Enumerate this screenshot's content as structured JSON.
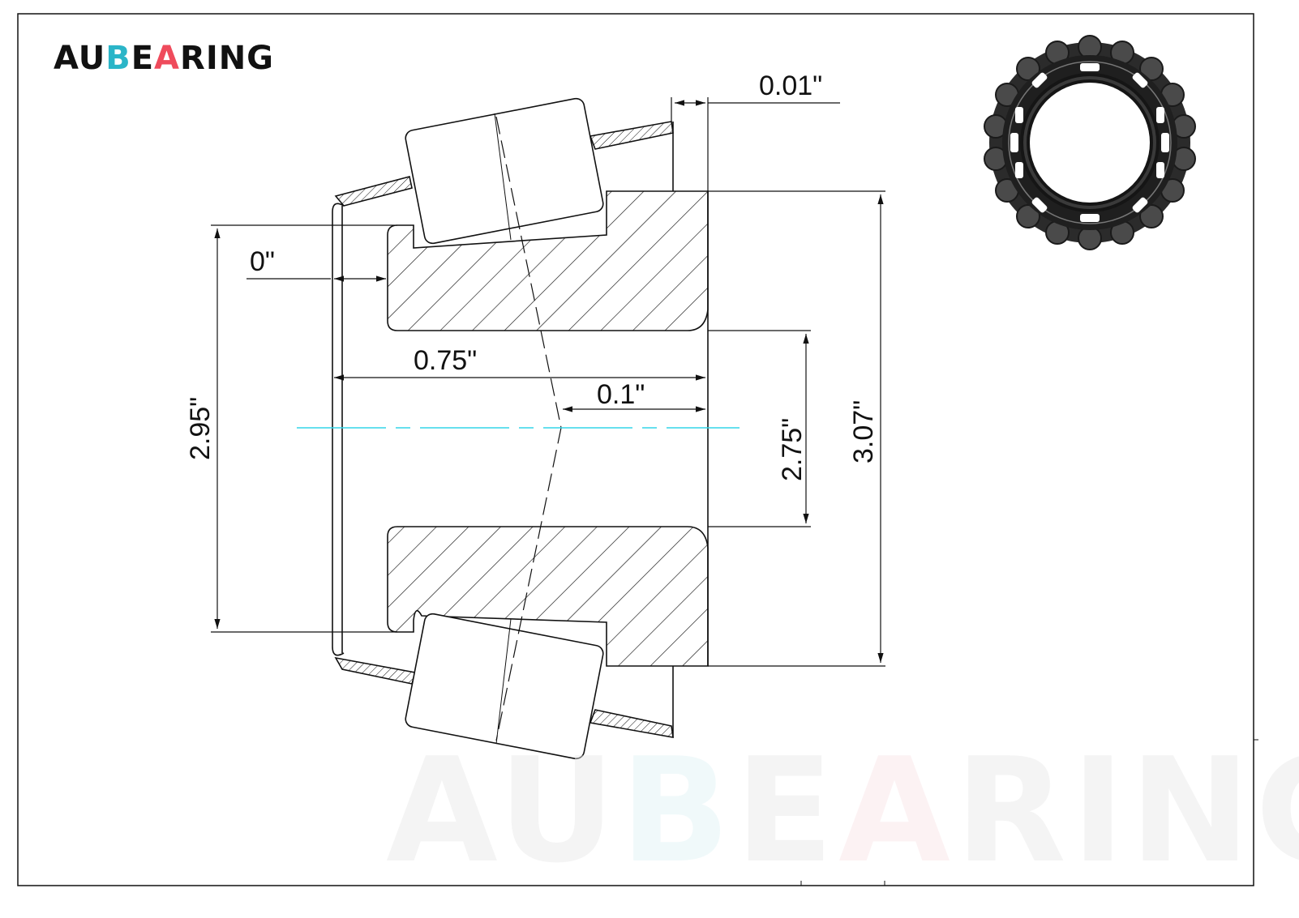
{
  "brand": {
    "parts": [
      "AU",
      "B",
      "E",
      "A",
      "RING"
    ],
    "colors": [
      "#111111",
      "#2bb5c8",
      "#111111",
      "#ef4b5c",
      "#111111"
    ]
  },
  "watermark": {
    "parts": [
      "AU",
      "B",
      "E",
      "A",
      "RING"
    ],
    "colors": [
      "#e6e6e6",
      "#e0f3f6",
      "#e6e6e6",
      "#fbe5e7",
      "#e6e6e6"
    ]
  },
  "dimensions": {
    "outer_width_offset": "0.01\"",
    "inner_offset": "0\"",
    "overall_width": "0.75\"",
    "small_width": "0.1\"",
    "bore": "2.75\"",
    "outer_diameter": "3.07\"",
    "cup_diameter": "2.95\""
  },
  "colors": {
    "line": "#111111",
    "centerline": "#33d6e8"
  },
  "icons": {
    "bearing_preview": "tapered-roller-bearing-photo"
  }
}
